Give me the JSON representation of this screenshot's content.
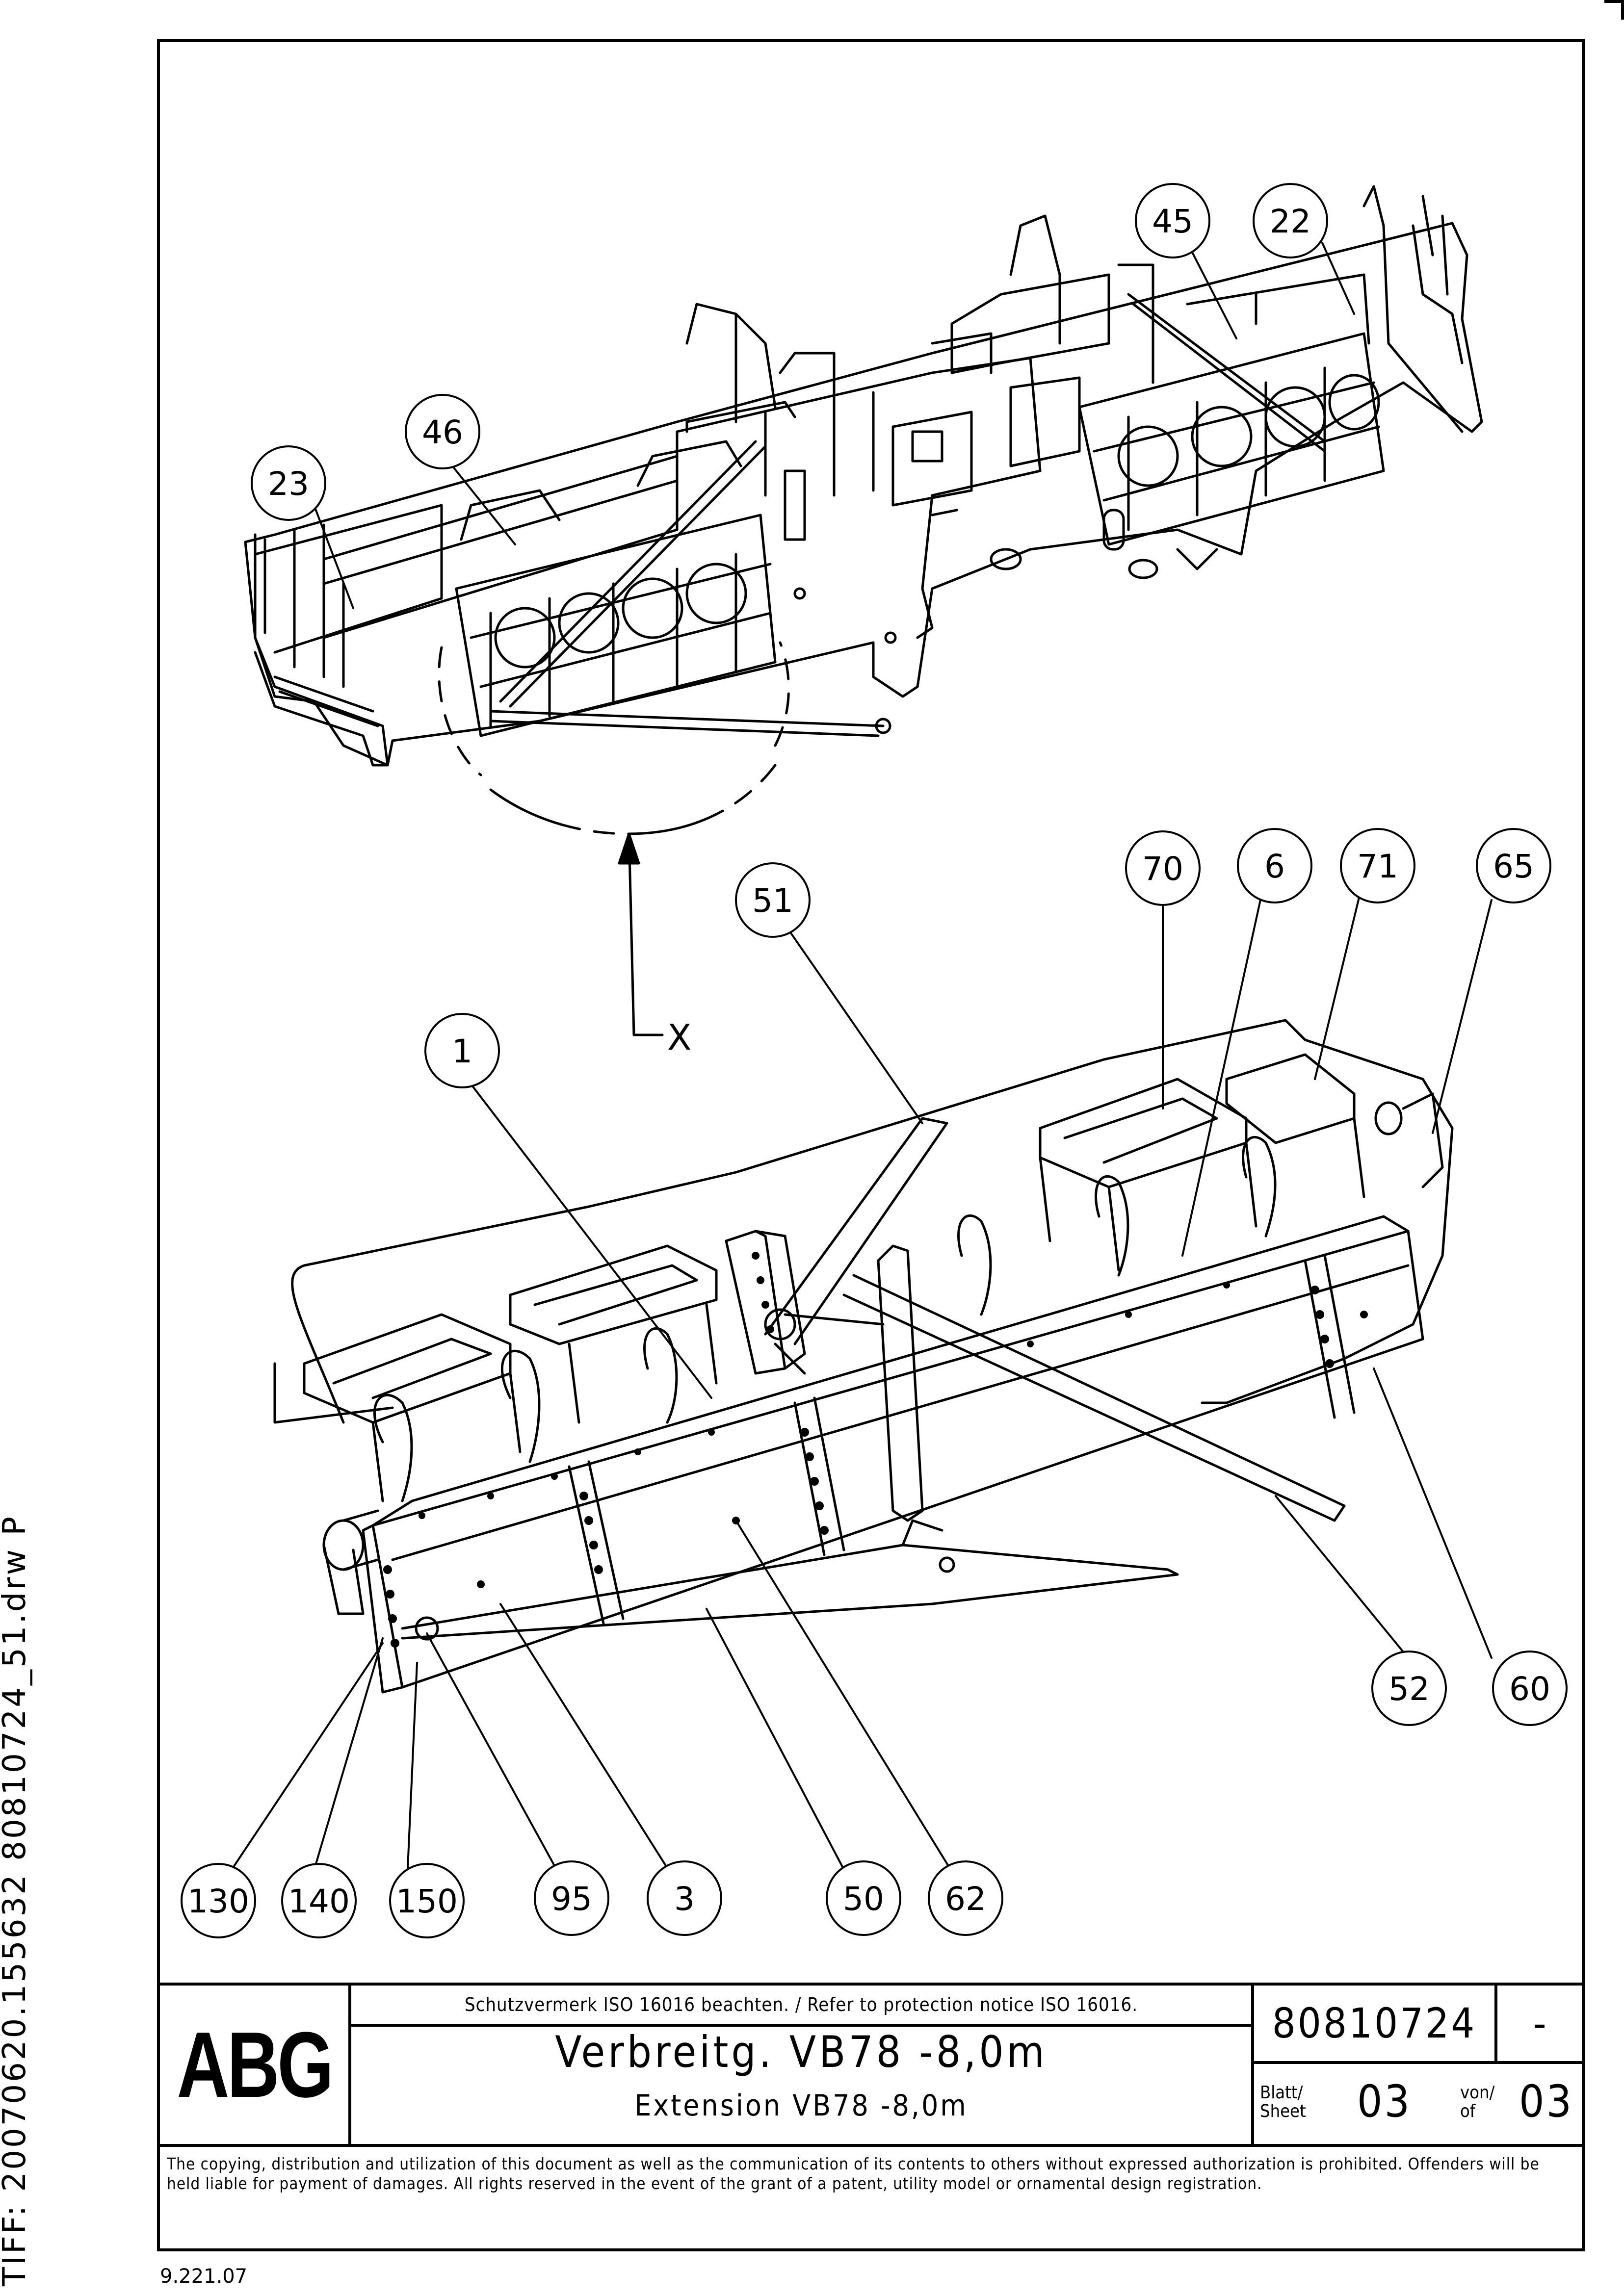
{
  "side_text": "TIFF:  20070620.155632  80810724_51.drw  P",
  "footer_code": "9.221.07",
  "view_label": "X",
  "callouts": {
    "c45": "45",
    "c22": "22",
    "c46": "46",
    "c23": "23",
    "c70": "70",
    "c6": "6",
    "c71": "71",
    "c65": "65",
    "c51": "51",
    "c1": "1",
    "c52": "52",
    "c60": "60",
    "c130": "130",
    "c140": "140",
    "c150": "150",
    "c95": "95",
    "c3": "3",
    "c50": "50",
    "c62": "62"
  },
  "title_block": {
    "logo": "ABG",
    "protection_notice": "Schutzvermerk ISO 16016 beachten. / Refer to protection notice ISO 16016.",
    "title_de": "Verbreitg. VB78 -8,0m",
    "title_en": "Extension VB78 -8,0m",
    "document_number": "80810724",
    "revision": "-",
    "sheet_label_de": "Blatt/",
    "sheet_label_en": "Sheet",
    "sheet_number": "03",
    "of_label_de": "von/",
    "of_label_en": "of",
    "sheet_total": "03"
  },
  "copyright": "The copying, distribution and utilization of this document as well as the communication of its contents to others without expressed authorization is prohibited. Offenders will be held liable for payment of damages. All rights reserved in the event of the grant of a patent, utility model or ornamental design registration."
}
